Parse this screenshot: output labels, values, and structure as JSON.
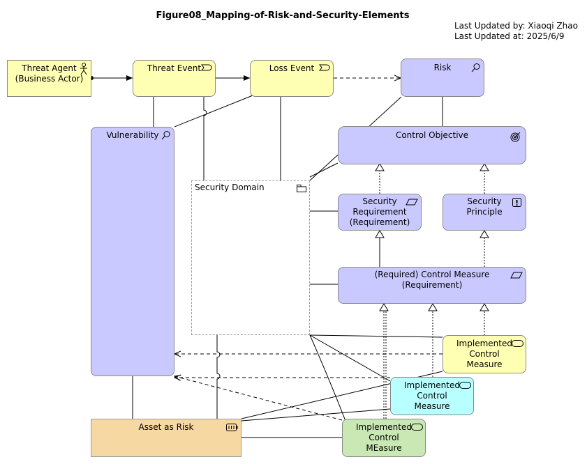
{
  "title": "Figure08_Mapping-of-Risk-and-Security-Elements",
  "meta": {
    "updated_by": "Last Updated by: Xiaoqi Zhao",
    "updated_at": "Last Updated at: 2025/6/9"
  },
  "colors": {
    "business": "#ffffb4",
    "motivation": "#c9c9ff",
    "asset": "#f6d8a3",
    "implemented_cyan": "#b8ffff",
    "implemented_green": "#c9e8b3",
    "grouping_border": "#999999"
  },
  "nodes": {
    "threat_agent": {
      "line1": "Threat Agent",
      "line2": "(Business Actor)",
      "icon": "actor-icon"
    },
    "threat_event": {
      "label": "Threat Event",
      "icon": "event-icon"
    },
    "loss_event": {
      "label": "Loss Event",
      "icon": "event-icon"
    },
    "risk": {
      "label": "Risk",
      "icon": "assessment-icon"
    },
    "vulnerability": {
      "label": "Vulnerability",
      "icon": "assessment-icon"
    },
    "control_objective": {
      "label": "Control Objective",
      "icon": "goal-icon"
    },
    "security_domain": {
      "label": "Security Domain",
      "icon": "grouping-icon"
    },
    "security_requirement": {
      "line1": "Security",
      "line2": "Requirement",
      "line3": "(Requirement)",
      "icon": "requirement-icon"
    },
    "security_principle": {
      "line1": "Security",
      "line2": "Principle",
      "icon": "principle-icon"
    },
    "control_measure": {
      "line1": "(Required) Control Measure",
      "line2": "(Requirement)",
      "icon": "requirement-icon"
    },
    "implemented_1": {
      "line1": "Implemented",
      "line2": "Control",
      "line3": "Measure",
      "icon": "service-icon"
    },
    "implemented_2": {
      "line1": "Implemented",
      "line2": "Control",
      "line3": "Measure",
      "icon": "service-icon"
    },
    "implemented_3": {
      "line1": "Implemented",
      "line2": "Control",
      "line3": "MEasure",
      "icon": "service-icon"
    },
    "asset": {
      "label": "Asset as Risk",
      "icon": "resource-icon"
    }
  }
}
